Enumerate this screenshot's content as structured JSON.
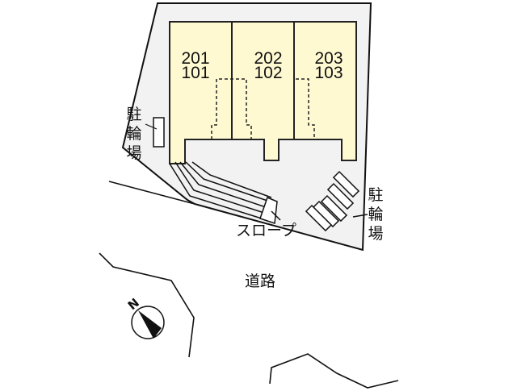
{
  "colors": {
    "lot_fill": "#f2f2f2",
    "building_fill": "#fff9d2",
    "line": "#111111",
    "background": "#ffffff"
  },
  "units": [
    {
      "upper": "201",
      "lower": "101"
    },
    {
      "upper": "202",
      "lower": "102"
    },
    {
      "upper": "203",
      "lower": "103"
    }
  ],
  "labels": {
    "bicycle_parking_left": [
      "駐",
      "輪",
      "場"
    ],
    "bicycle_parking_right": [
      "駐",
      "輪",
      "場"
    ],
    "slope": "スロープ",
    "road": "道路",
    "north": "N"
  }
}
